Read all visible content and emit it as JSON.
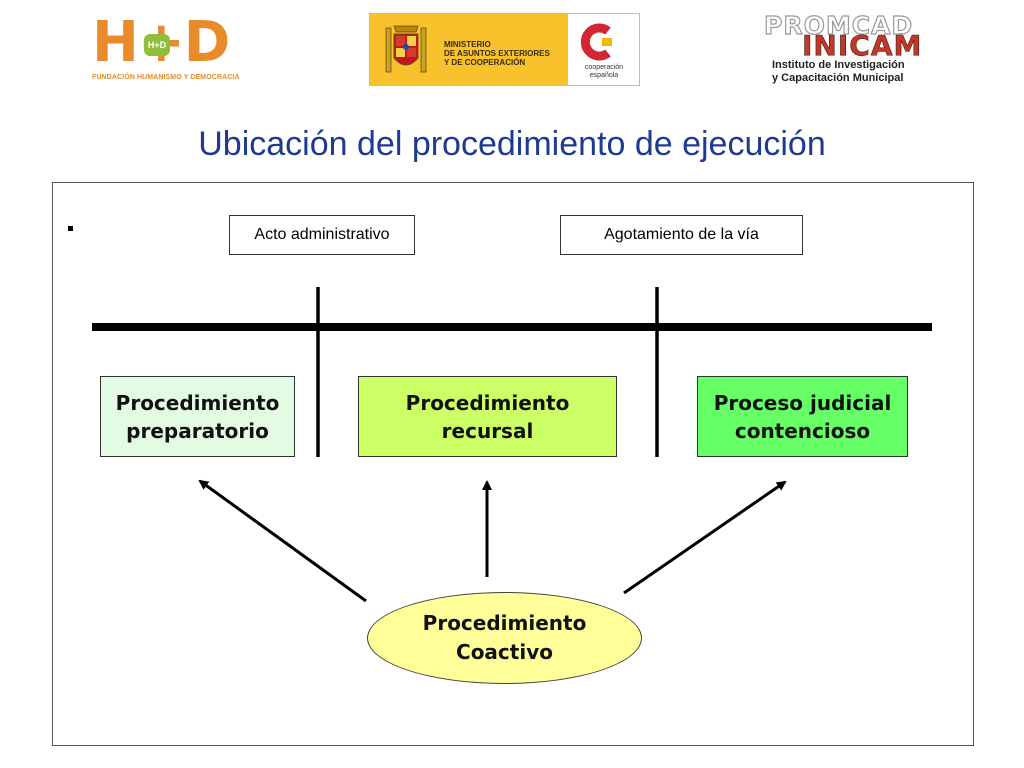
{
  "header": {
    "logo_hd": {
      "letters": "H+D",
      "badge": "H+D",
      "caption": "FUNDACIÓN HUMANISMO Y DEMOCRACIA"
    },
    "logo_ministerio": {
      "lines": [
        "MINISTERIO",
        "DE ASUNTOS EXTERIORES",
        "Y DE COOPERACIÓN"
      ],
      "cooperacion_lines": [
        "cooperación",
        "española"
      ]
    },
    "logo_promcad": {
      "promcad": "PROMCAD",
      "inicam": "INICAM",
      "institute_lines": [
        "Instituto de Investigación",
        "y Capacitación Municipal"
      ]
    }
  },
  "title": "Ubicación del procedimiento de ejecución",
  "diagram": {
    "label_acto": "Acto administrativo",
    "label_agotamiento": "Agotamiento de la vía",
    "box_preparatorio": [
      "Procedimiento",
      "preparatorio"
    ],
    "box_recursal": [
      "Procedimiento",
      "recursal"
    ],
    "box_contencioso": [
      "Proceso judicial",
      "contencioso"
    ],
    "ellipse_coactivo": [
      "Procedimiento",
      "Coactivo"
    ]
  },
  "colors": {
    "title": "#1f3a93",
    "box_preparatorio": "#e3fbe3",
    "box_recursal": "#ccff66",
    "box_contencioso": "#66ff66",
    "ellipse_coactivo": "#ffff99",
    "logo_orange": "#e98a2b",
    "logo_yellow": "#f7c22b",
    "inicam_red": "#c0392b"
  }
}
